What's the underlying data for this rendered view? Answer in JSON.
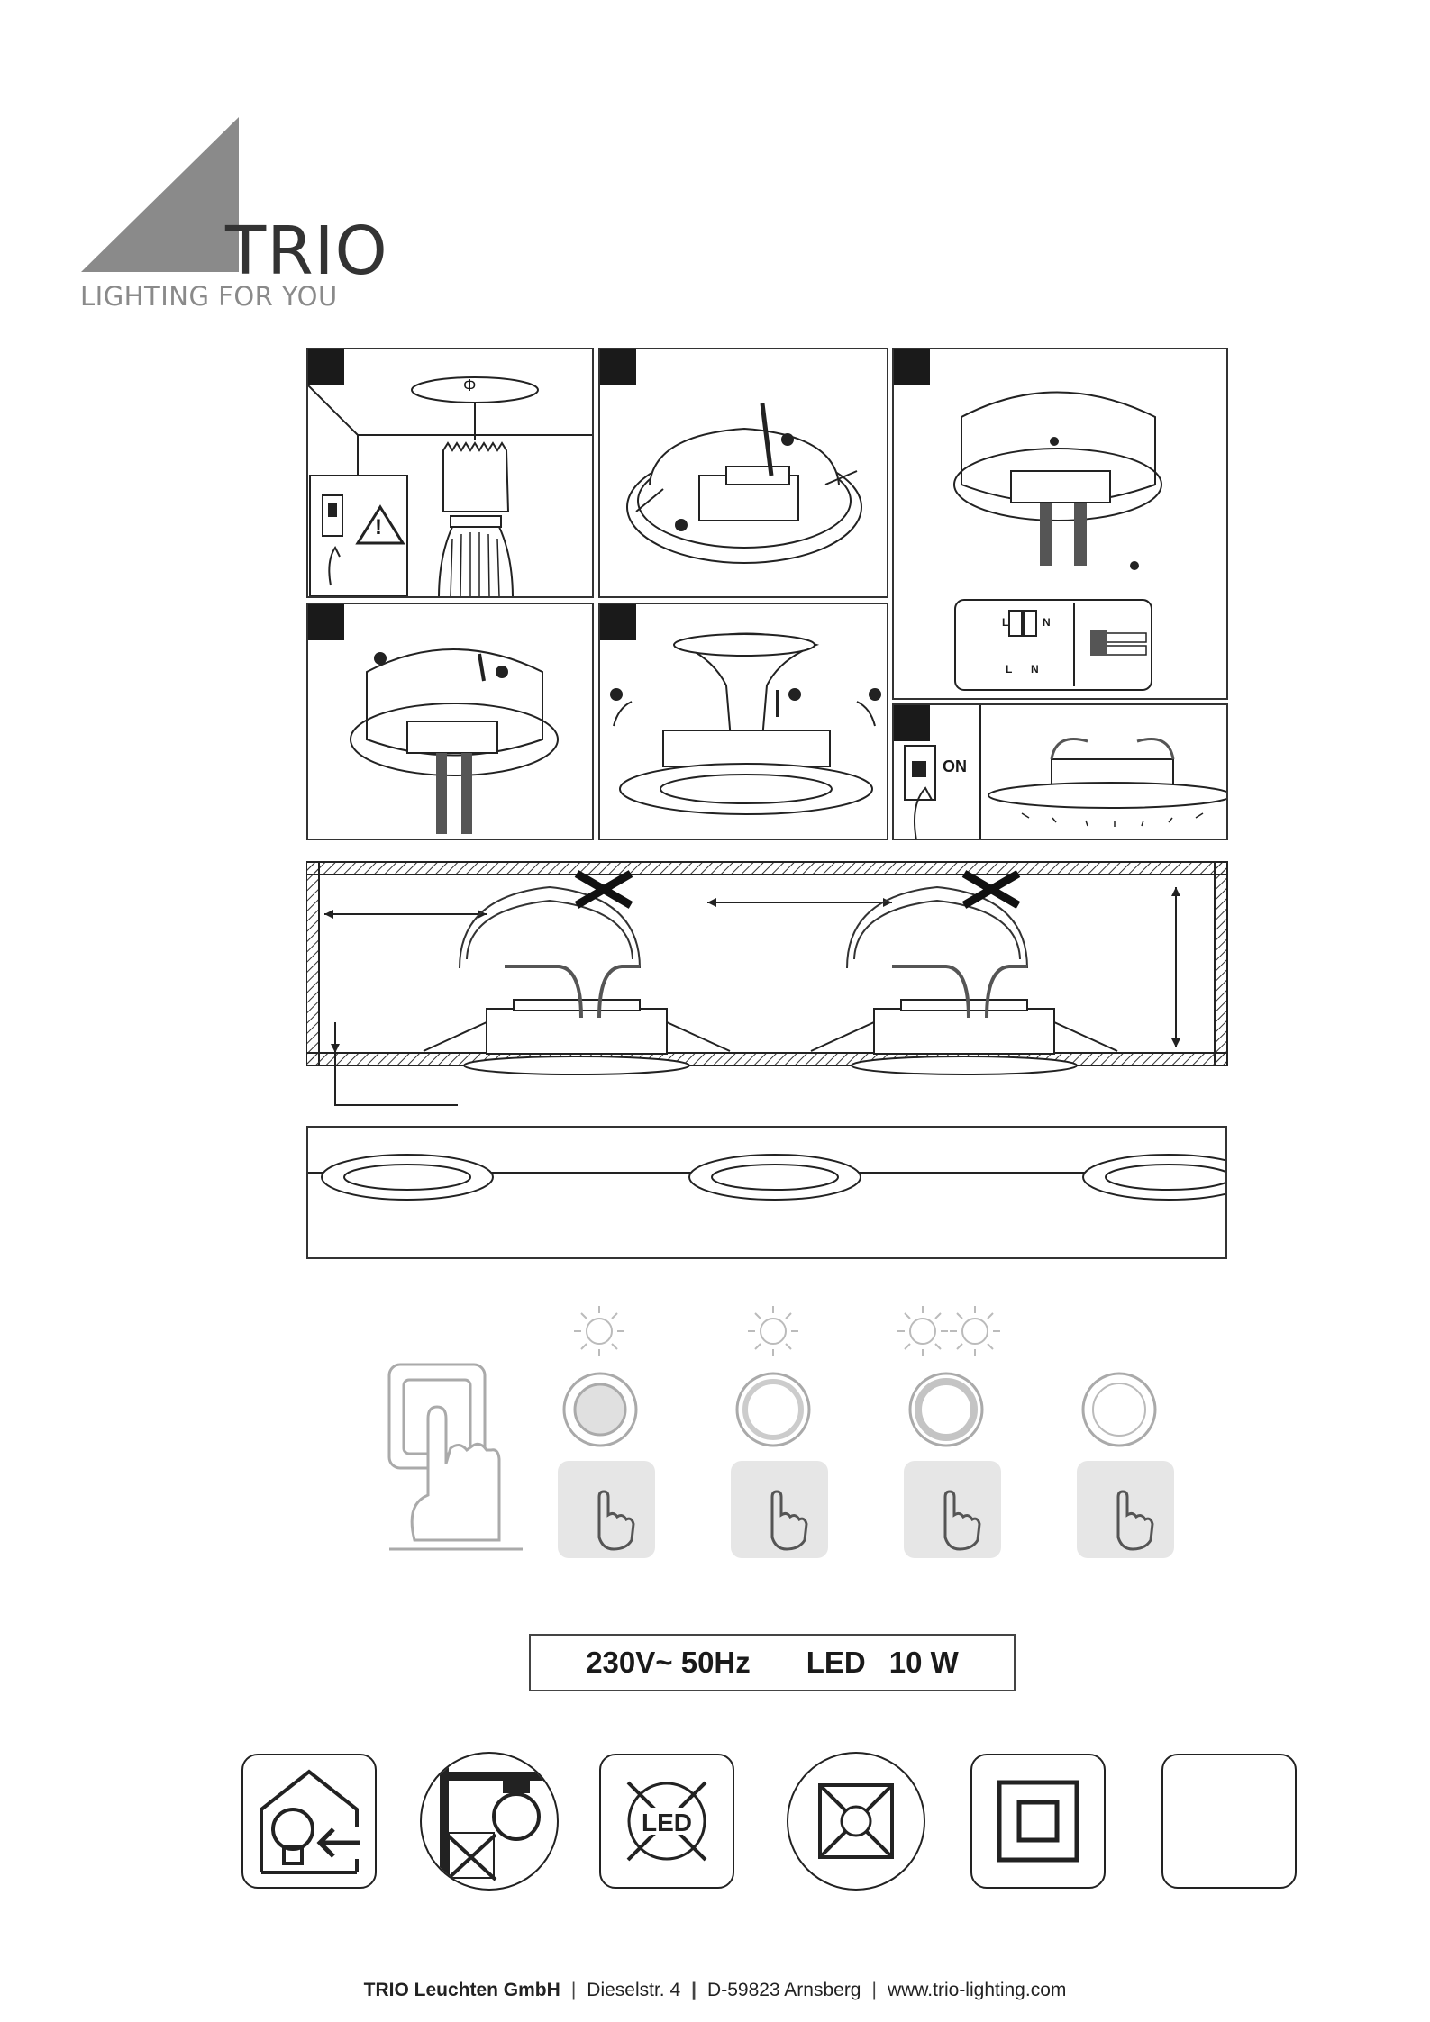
{
  "logo": {
    "brand": "TRIO",
    "tagline": "LIGHTING FOR YOU"
  },
  "steps": {
    "drill_symbol": "Φ",
    "wiring_labels": {
      "l": "L",
      "n": "N",
      "l2": "L",
      "n2": "N"
    },
    "switch_on": "ON"
  },
  "dimming": {
    "levels": [
      {
        "suns": 1,
        "state": "dim"
      },
      {
        "suns": 1,
        "state": "medium"
      },
      {
        "suns": 2,
        "state": "bright"
      },
      {
        "suns": 0,
        "state": "off"
      }
    ]
  },
  "spec": {
    "voltage": "230V~ 50Hz",
    "type": "LED",
    "power": "10 W"
  },
  "symbols": [
    {
      "name": "indoor-use-icon"
    },
    {
      "name": "not-for-insulation-cover-icon"
    },
    {
      "name": "led-not-replaceable-icon"
    },
    {
      "name": "no-dimmer-icon"
    },
    {
      "name": "protection-class-2-icon"
    },
    {
      "name": "blank-symbol-icon"
    }
  ],
  "footer": {
    "company": "TRIO Leuchten GmbH",
    "street": "Dieselstr. 4",
    "city": "D-59823 Arnsberg",
    "web": "www.trio-lighting.com"
  },
  "colors": {
    "ink": "#1a1a1a",
    "logo_gray": "#8a8a8a",
    "tile_gray": "#e6e6e6"
  }
}
